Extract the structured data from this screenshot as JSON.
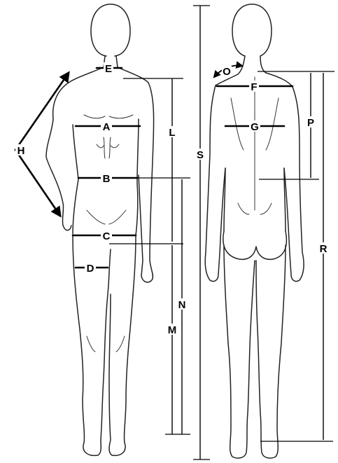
{
  "labels": {
    "A": "A",
    "B": "B",
    "C": "C",
    "D": "D",
    "E": "E",
    "F": "F",
    "G": "G",
    "H": "H",
    "L": "L",
    "M": "M",
    "N": "N",
    "O": "O",
    "P": "P",
    "R": "R",
    "S": "S"
  }
}
